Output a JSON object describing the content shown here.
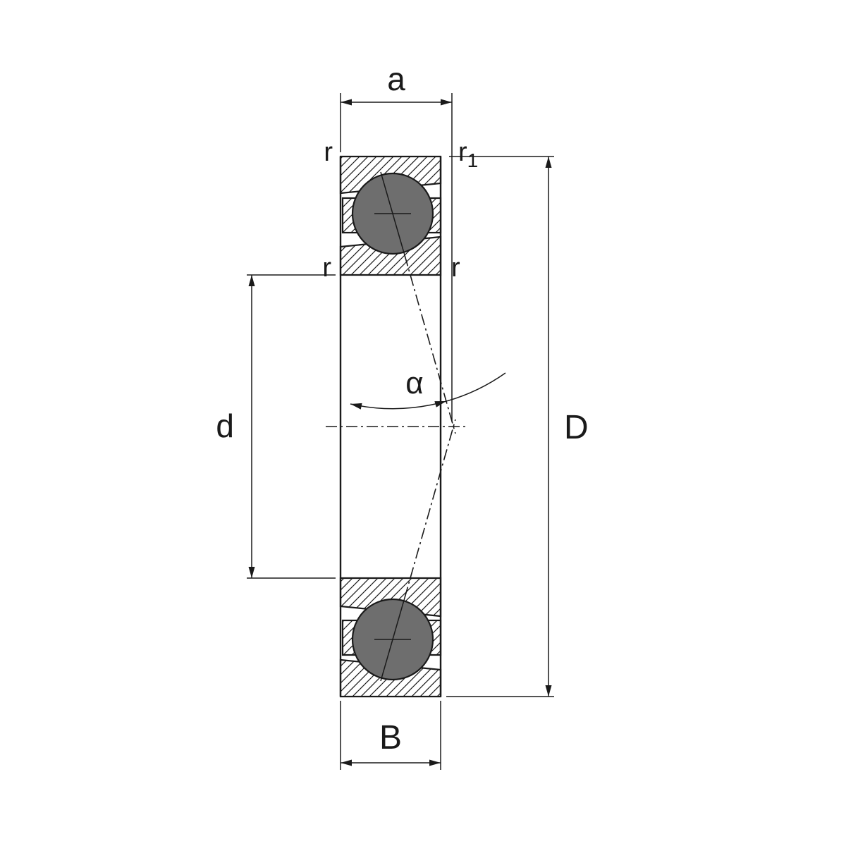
{
  "diagram": {
    "labels": {
      "width_a": "a",
      "radius_top_left": "r",
      "radius_r1": "r",
      "radius_r1_sub": "1",
      "radius_mid_left": "r",
      "radius_mid_right": "r",
      "bore_d": "d",
      "outer_D": "D",
      "width_B": "B",
      "contact_angle": "α"
    },
    "colors": {
      "line": "#1a1a1a",
      "ball": "#6e6e6e",
      "background": "#ffffff"
    }
  }
}
